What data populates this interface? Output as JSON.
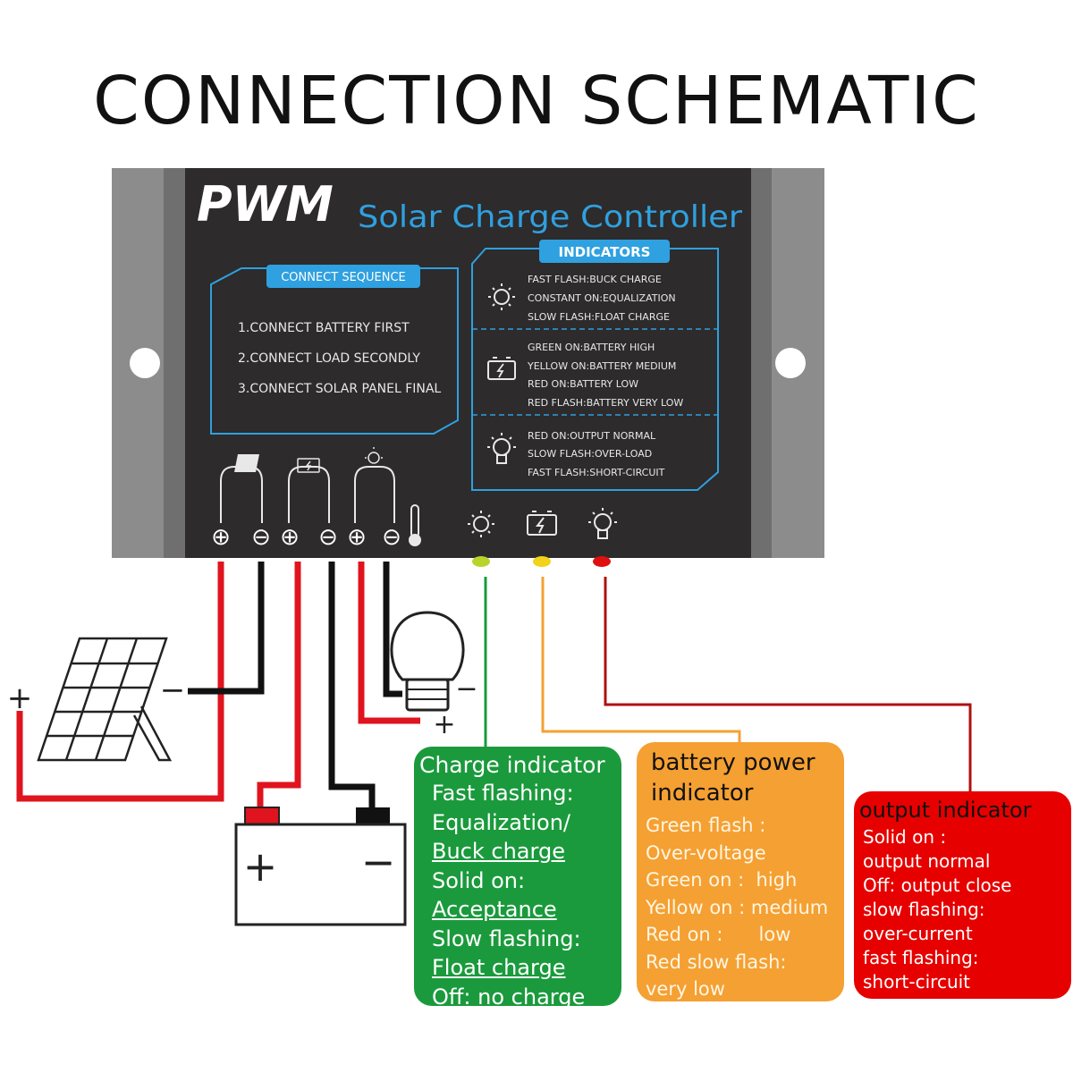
{
  "title": "CONNECTION SCHEMATIC",
  "controller": {
    "brand": "PWM",
    "subtitle": "Solar Charge Controller",
    "connect_sequence": {
      "heading": "CONNECT SEQUENCE",
      "steps": [
        "1.CONNECT BATTERY FIRST",
        "2.CONNECT LOAD SECONDLY",
        "3.CONNECT SOLAR PANEL FINAL"
      ]
    },
    "indicators": {
      "heading": "INDICATORS",
      "groups": [
        {
          "icon": "sun-icon",
          "lines": [
            "FAST FLASH:BUCK CHARGE",
            "CONSTANT ON:EQUALIZATION",
            "SLOW FLASH:FLOAT CHARGE"
          ]
        },
        {
          "icon": "battery-icon",
          "lines": [
            "GREEN ON:BATTERY HIGH",
            "YELLOW ON:BATTERY MEDIUM",
            "RED ON:BATTERY LOW",
            "RED FLASH:BATTERY VERY LOW"
          ]
        },
        {
          "icon": "bulb-icon",
          "lines": [
            "RED ON:OUTPUT NORMAL",
            "SLOW FLASH:OVER-LOAD",
            "FAST FLASH:SHORT-CIRCUIT"
          ]
        }
      ]
    },
    "terminal_signs": [
      "⊕",
      "⊖",
      "⊕",
      "⊖",
      "⊕",
      "⊖"
    ]
  },
  "polarity": {
    "plus": "+",
    "minus": "−"
  },
  "charge_box": {
    "title": "Charge indicator",
    "lines": [
      {
        "text": "Fast flashing:",
        "underline": false
      },
      {
        "text": "Equalization/",
        "underline": false
      },
      {
        "text": "Buck charge",
        "underline": true
      },
      {
        "text": "Solid on:",
        "underline": false
      },
      {
        "text": "Acceptance",
        "underline": true
      },
      {
        "text": "Slow flashing:",
        "underline": false
      },
      {
        "text": "Float charge",
        "underline": true
      },
      {
        "text": "Off: no charge",
        "underline": false
      }
    ]
  },
  "battery_box": {
    "title_lines": [
      "battery power",
      "indicator"
    ],
    "lines": [
      "Green flash :",
      "Over-voltage",
      "Green on :  high",
      "Yellow on : medium",
      "Red on :      low",
      "Red slow flash:",
      "very low"
    ]
  },
  "output_box": {
    "title": "output indicator",
    "lines": [
      "Solid on :",
      "output normal",
      "Off: output close",
      "slow flashing:",
      "over-current",
      "fast flashing:",
      "short-circuit"
    ]
  },
  "colors": {
    "panel": "#2d2b2b",
    "flange": "#8c8c8c",
    "accent_blue": "#2fa0e0",
    "wire_red": "#e0141e",
    "wire_black": "#111111",
    "green_box": "#1a9a3c",
    "orange_box": "#f5a032",
    "red_box": "#e60000",
    "led_green": "#b8d42a",
    "led_yellow": "#f2d21b",
    "led_red": "#e01010"
  }
}
